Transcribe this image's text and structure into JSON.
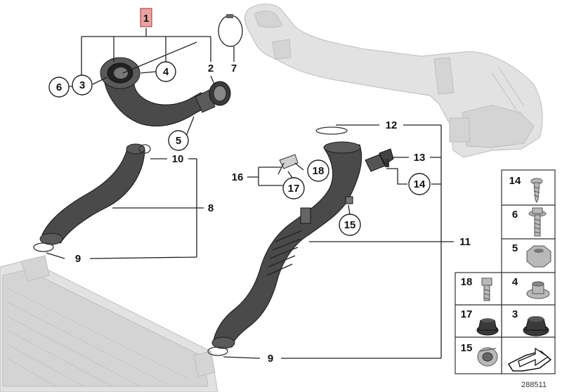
{
  "diagram_number": "288511",
  "callouts": {
    "c1": "1",
    "c2": "2",
    "c3": "3",
    "c4": "4",
    "c5": "5",
    "c6": "6",
    "c7": "7",
    "c8": "8",
    "c9a": "9",
    "c9b": "9",
    "c10": "10",
    "c11": "11",
    "c12": "12",
    "c13": "13",
    "c14": "14",
    "c15": "15",
    "c16": "16",
    "c17": "17",
    "c18": "18"
  },
  "legend": {
    "r14": "14",
    "r6": "6",
    "r5": "5",
    "r18": "18",
    "r4": "4",
    "r17": "17",
    "r3": "3",
    "r15": "15"
  },
  "colors": {
    "highlight": "#e8a3a3",
    "hose": "#4a4a4a",
    "ghost": "#e2e2e2"
  }
}
